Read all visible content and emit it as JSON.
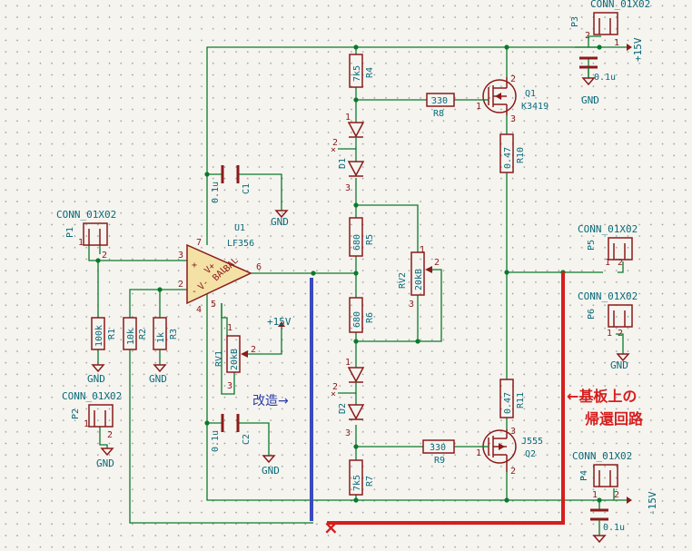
{
  "components": {
    "P1": {
      "ref": "P1",
      "value": "CONN_01X02"
    },
    "P2": {
      "ref": "P2",
      "value": "CONN_01X02"
    },
    "P3": {
      "ref": "P3",
      "value": "CONN_01X02"
    },
    "P4": {
      "ref": "P4",
      "value": "CONN_01X02"
    },
    "P5": {
      "ref": "P5",
      "value": "CONN_01X02"
    },
    "P6": {
      "ref": "P6",
      "value": "CONN_01X02"
    },
    "U1": {
      "ref": "U1",
      "value": "LF356",
      "v_minus": "V-",
      "v_plus": "V+",
      "bal_a": "BAL",
      "bal_b": "BAL",
      "in_plus": "+",
      "in_minus": "-"
    },
    "Q1": {
      "ref": "Q1",
      "value": "K3419"
    },
    "Q2": {
      "ref": "Q2",
      "value": "J555"
    },
    "R1": {
      "ref": "R1",
      "value": "100k"
    },
    "R2": {
      "ref": "R2",
      "value": "10k"
    },
    "R3": {
      "ref": "R3",
      "value": "1k"
    },
    "R4": {
      "ref": "R4",
      "value": "7k5"
    },
    "R5": {
      "ref": "R5",
      "value": "680"
    },
    "R6": {
      "ref": "R6",
      "value": "680"
    },
    "R7": {
      "ref": "R7",
      "value": "7k5"
    },
    "R8": {
      "ref": "R8",
      "value": "330"
    },
    "R9": {
      "ref": "R9",
      "value": "330"
    },
    "R10": {
      "ref": "R10",
      "value": "0.47"
    },
    "R11": {
      "ref": "R11",
      "value": "0.47"
    },
    "C1": {
      "ref": "C1",
      "value": "0.1u"
    },
    "C2": {
      "ref": "C2",
      "value": "0.1u"
    },
    "C3": {
      "value": "0.1u"
    },
    "C4": {
      "value": "0.1u"
    },
    "D1": {
      "ref": "D1"
    },
    "D2": {
      "ref": "D2"
    },
    "RV1": {
      "ref": "RV1",
      "value": "20kB"
    },
    "RV2": {
      "ref": "RV2",
      "value": "20kB"
    }
  },
  "labels": {
    "gnd": "GND",
    "plus15": "+15V",
    "minus15": "-15V"
  },
  "pins": {
    "p1": "1",
    "p2": "2",
    "p3": "3",
    "p4": "4",
    "p5": "5",
    "p6": "6",
    "p7": "7"
  },
  "annotations": {
    "kaizo": "改造→",
    "return_line1": "←基板上の",
    "return_line2": "帰還回路",
    "kaizo_color": "#2a3aa8",
    "return_color": "#d61e1e"
  },
  "colors": {
    "wire": "#0a7a2a",
    "body": "#8b1a1a",
    "text": "#0a6a7a",
    "opamp_fill": "#f3e1a6"
  }
}
